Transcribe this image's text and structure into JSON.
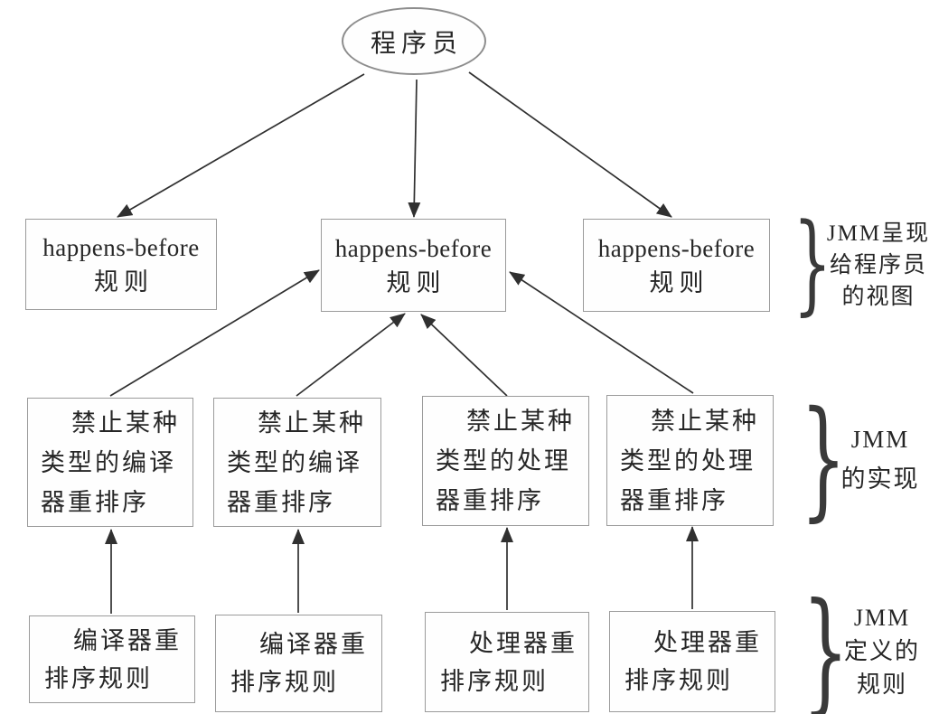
{
  "diagram": {
    "background": "#ffffff",
    "colors": {
      "box_border": "#9b9b9b",
      "text": "#262626",
      "arrow": "#303030"
    },
    "programmer": {
      "label": "程序员"
    },
    "happens_before_row": [
      {
        "lines": [
          "happens-before",
          "规则"
        ]
      },
      {
        "lines": [
          "happens-before",
          "规则"
        ]
      },
      {
        "lines": [
          "happens-before",
          "规则"
        ]
      }
    ],
    "implementation_row": [
      {
        "lines": [
          "禁止某种",
          "类型的编译",
          "器重排序"
        ]
      },
      {
        "lines": [
          "禁止某种",
          "类型的编译",
          "器重排序"
        ]
      },
      {
        "lines": [
          "禁止某种",
          "类型的处理",
          "器重排序"
        ]
      },
      {
        "lines": [
          "禁止某种",
          "类型的处理",
          "器重排序"
        ]
      }
    ],
    "rules_row": [
      {
        "lines": [
          "编译器重",
          "排序规则"
        ]
      },
      {
        "lines": [
          "编译器重",
          "排序规则"
        ]
      },
      {
        "lines": [
          "处理器重",
          "排序规则"
        ]
      },
      {
        "lines": [
          "处理器重",
          "排序规则"
        ]
      }
    ],
    "annotations": [
      {
        "brace": "}",
        "lines": [
          "JMM呈现",
          "给程序员",
          "的视图"
        ]
      },
      {
        "brace": "}",
        "lines": [
          "JMM",
          "的实现"
        ]
      },
      {
        "brace": "}",
        "lines": [
          "JMM",
          "定义的",
          "规则"
        ]
      }
    ]
  }
}
